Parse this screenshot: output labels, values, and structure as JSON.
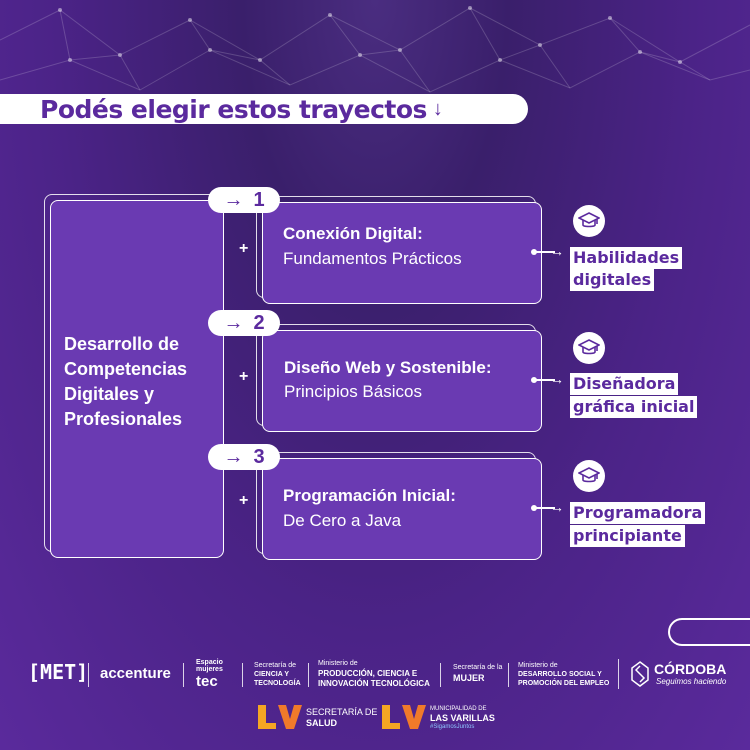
{
  "title": {
    "text": "Podés elegir estos trayectos",
    "arrow": "↓"
  },
  "base_path": {
    "lines": [
      "Desarrollo de",
      "Competencias",
      "Digitales y",
      "Profesionales"
    ]
  },
  "steps": [
    {
      "number": "1",
      "arrow": "→",
      "plus": "+",
      "title": "Conexión Digital:",
      "subtitle": "Fundamentos Prácticos",
      "outcome": [
        "Habilidades",
        "digitales"
      ]
    },
    {
      "number": "2",
      "arrow": "→",
      "plus": "+",
      "title": "Diseño Web y Sostenible:",
      "subtitle": "Principios Básicos",
      "outcome": [
        "Diseñadora",
        "gráfica inicial"
      ]
    },
    {
      "number": "3",
      "arrow": "→",
      "plus": "+",
      "title": "Programación Inicial:",
      "subtitle": "De Cero a Java",
      "outcome": [
        "Programadora",
        "principiante"
      ]
    }
  ],
  "icons": {
    "step_arrow": "arrow-right-icon",
    "outcome": "graduation-cap-icon"
  },
  "colors": {
    "brand_purple": "#5b2a9e",
    "background": "#4b2387",
    "panel": "#6a3ab2"
  },
  "footer": {
    "met": "[MET]",
    "accenture": "accenture",
    "espacio_line1": "Espacio",
    "espacio_line2": "mujeres",
    "espacio_tec": "tec",
    "sec_ciencia_line1": "Secretaría de",
    "sec_ciencia_line2": "CIENCIA Y",
    "sec_ciencia_line3": "TECNOLOGÍA",
    "min_prod_line1": "Ministerio de",
    "min_prod_line2": "PRODUCCIÓN, CIENCIA E",
    "min_prod_line3": "INNOVACIÓN TECNOLÓGICA",
    "sec_mujer_line1": "Secretaría de la",
    "sec_mujer_line2": "MUJER",
    "min_des_line1": "Ministerio de",
    "min_des_line2": "DESARROLLO SOCIAL Y",
    "min_des_line3": "PROMOCIÓN DEL EMPLEO",
    "cordoba": "CÓRDOBA",
    "cordoba_tag": "Seguimos haciendo",
    "lv1_line1": "SECRETARÍA DE",
    "lv1_line2": "SALUD",
    "lv2_line1": "MUNICIPALIDAD DE",
    "lv2_line2": "LAS VARILLAS",
    "lv2_line3": "#SigamosJuntos"
  }
}
